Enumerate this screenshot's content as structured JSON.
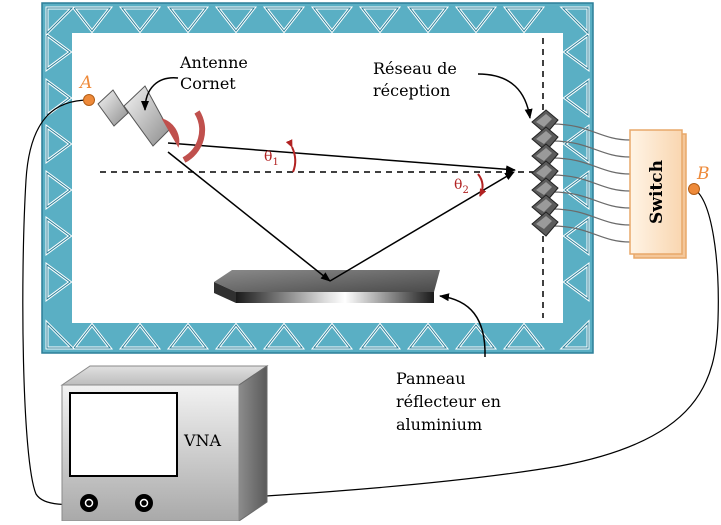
{
  "labels": {
    "antenna_line1": "Antenne",
    "antenna_line2": "Cornet",
    "array_line1": "Réseau de",
    "array_line2": "réception",
    "point_a": "A",
    "point_b": "B",
    "switch": "Switch",
    "vna": "VNA",
    "theta1": "θ",
    "theta1_sub": "1",
    "theta2": "θ",
    "theta2_sub": "2",
    "panel_line1": "Panneau",
    "panel_line2": "réflecteur en",
    "panel_line3": "aluminium"
  },
  "colors": {
    "absorber_fill": "#5aafc4",
    "absorber_edge": "#2c7f98",
    "port_orange": "#ee8a3a",
    "horn_red": "#c0504d",
    "angle_red": "#b22222",
    "switch_fill": "#fde7cf",
    "switch_border": "#e8a86a"
  },
  "icons": [
    "horn-antenna-icon",
    "receiver-array-icon",
    "switch-box-icon",
    "vna-instrument-icon",
    "reflector-panel-icon"
  ]
}
